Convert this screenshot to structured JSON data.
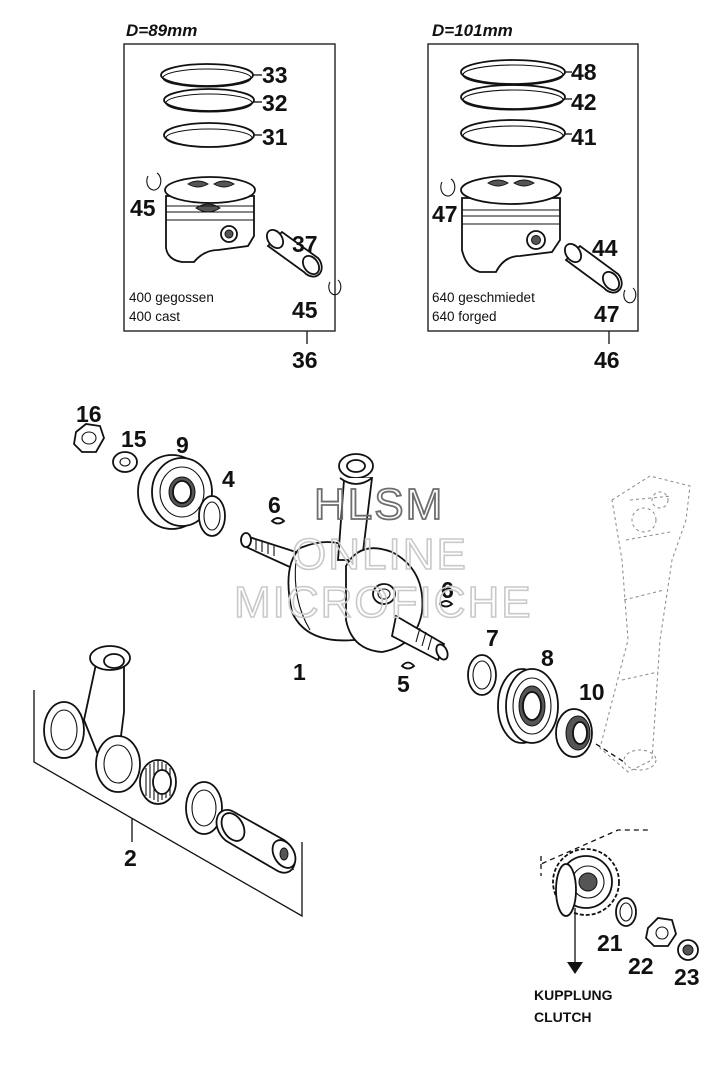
{
  "kits": {
    "left": {
      "header": "D=89mm",
      "note_line1": "400 gegossen",
      "note_line2": "400 cast",
      "kit_number": "36",
      "ring_labels": [
        "33",
        "32",
        "31"
      ],
      "clip_label": "45",
      "pin_label": "37",
      "clip2_label": "45"
    },
    "right": {
      "header": "D=101mm",
      "note_line1": "640 geschmiedet",
      "note_line2": "640 forged",
      "kit_number": "46",
      "ring_labels": [
        "48",
        "42",
        "41"
      ],
      "clip_label": "47",
      "pin_label": "44",
      "clip2_label": "47"
    }
  },
  "parts": {
    "crankshaft": "1",
    "conrod_kit": "2",
    "shim": "4",
    "key_lower": "5",
    "key_left": "6",
    "key_right": "6",
    "shim_right": "7",
    "bearing_right": "8",
    "bearing_left": "9",
    "seal": "10",
    "washer": "15",
    "nut": "16",
    "washer_gear": "21",
    "nut_gear": "22",
    "washer_small": "23"
  },
  "destination": {
    "line1": "KUPPLUNG",
    "line2": "CLUTCH"
  },
  "watermark": {
    "line1": "HLSM",
    "line2": "ONLINE",
    "line3": "MICROFICHE"
  }
}
